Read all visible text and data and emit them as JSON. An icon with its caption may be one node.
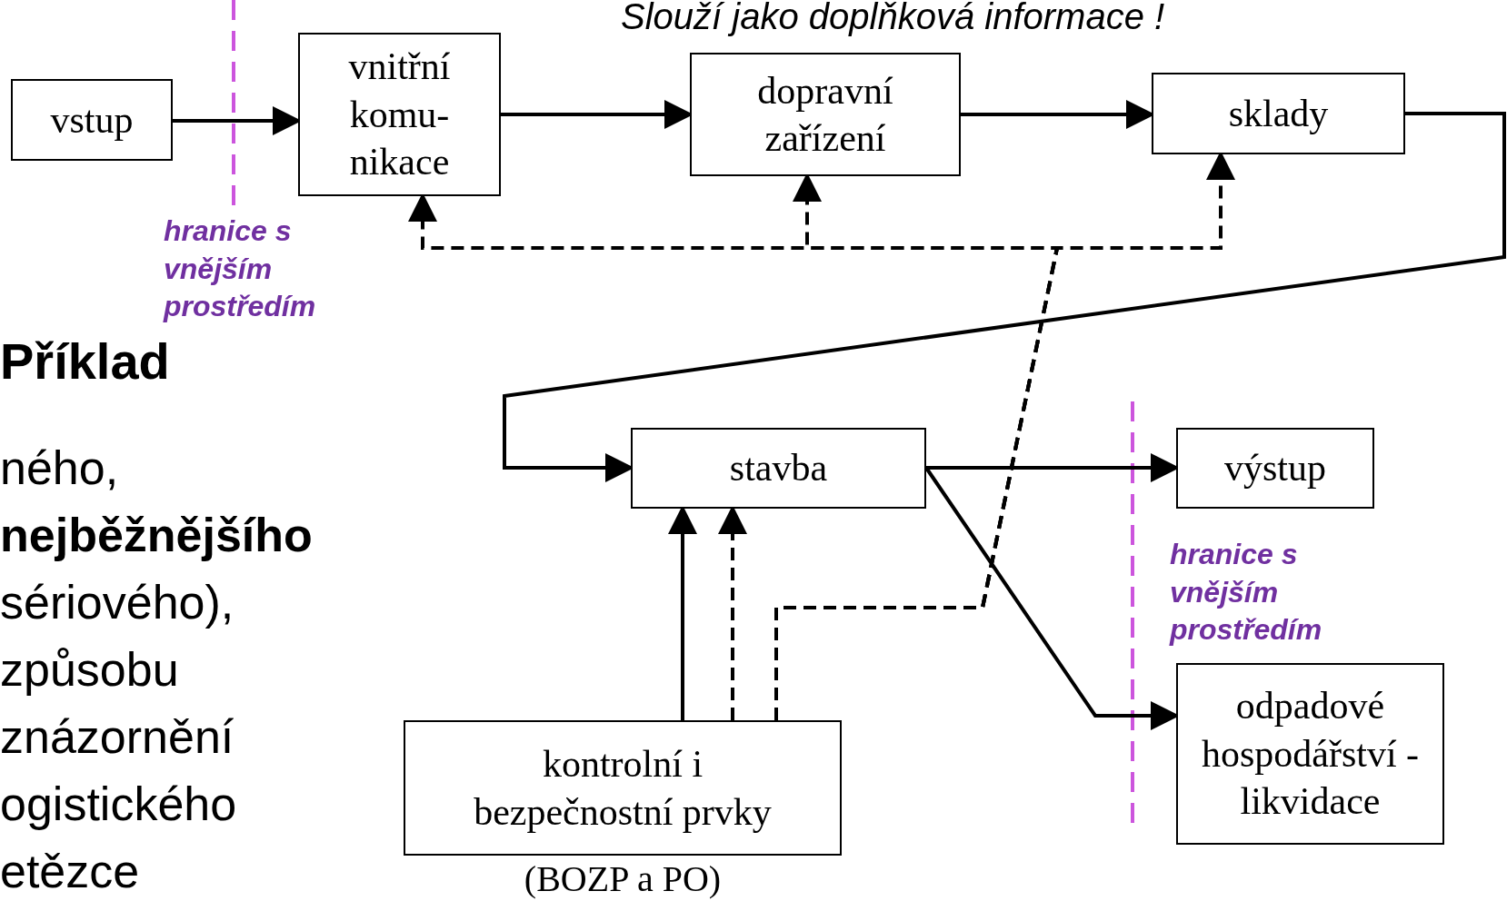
{
  "diagram": {
    "nodes": [
      {
        "text": [
          "vstup"
        ]
      },
      {
        "text": [
          "vnitřní komu- nikace"
        ]
      },
      {
        "text": [
          "dopravní zařízení"
        ]
      },
      {
        "text": [
          "sklady"
        ]
      },
      {
        "text": [
          "stavba"
        ]
      },
      {
        "text": [
          "výstup"
        ]
      },
      {
        "text": [
          "odpadové hospodářství - likvidace"
        ]
      },
      {
        "text": [
          "kontrolní i bezpečnostní prvky"
        ],
        "beside": [
          "(BOZP a PO)"
        ]
      }
    ],
    "edges": [
      {
        "from": 0,
        "to": 1,
        "arrow": "to"
      },
      {
        "from": 1,
        "to": 2,
        "arrow": "to"
      },
      {
        "from": 2,
        "to": 3,
        "arrow": "to"
      },
      {
        "from": 3,
        "to": 4,
        "arrow": "to"
      },
      {
        "from": 4,
        "to": 5,
        "arrow": "to"
      },
      {
        "from": 4,
        "to": 6,
        "arrow": "to"
      },
      {
        "from": 7,
        "to": 4,
        "arrow": "to"
      },
      {
        "from": 7,
        "to": 4,
        "arrow": "to",
        "style": "dashed"
      },
      {
        "from": 7,
        "to": 1,
        "arrow": "to",
        "style": "dashed"
      },
      {
        "from": 7,
        "to": 2,
        "arrow": "to",
        "style": "dashed"
      },
      {
        "from": 7,
        "to": 3,
        "arrow": "to",
        "style": "dashed"
      }
    ],
    "labels": [
      "Slouží jako doplňková informace !",
      "hranice s vnějším prostředím",
      "Příklad",
      "ného, **nejběžnějšího** sériového), způsobu znázornění ogistického etězce",
      "hranice s vnějším prostředím"
    ]
  }
}
